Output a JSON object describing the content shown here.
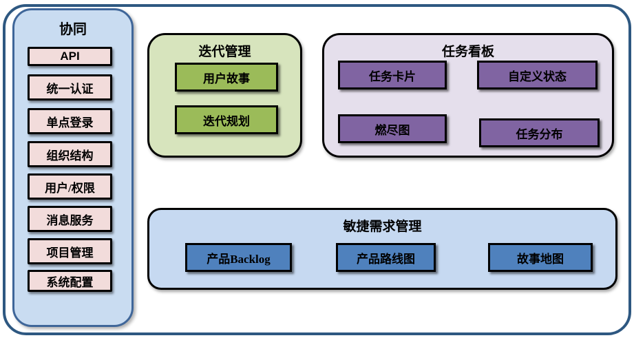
{
  "colors": {
    "frame_border": "#2E5881",
    "sidebar_fill": "#C9DCF1",
    "sidebar_border": "#3F6699",
    "pink_fill": "#F2DCDB",
    "green_container_fill": "#D7E4BD",
    "green_button_fill": "#9BBB59",
    "purple_container_fill": "#E5DFEC",
    "purple_button_fill": "#8064A2",
    "blue_container_fill": "#C6D9F1",
    "blue_button_fill": "#4F81BD",
    "box_border": "#000000"
  },
  "sidebar": {
    "title": "协同",
    "items": [
      {
        "label": "API"
      },
      {
        "label": "统一认证"
      },
      {
        "label": "单点登录"
      },
      {
        "label": "组织结构"
      },
      {
        "label": "用户/权限"
      },
      {
        "label": "消息服务"
      },
      {
        "label": "项目管理"
      },
      {
        "label": "系统配置"
      }
    ]
  },
  "iteration": {
    "title": "迭代管理",
    "items": [
      {
        "label": "用户故事"
      },
      {
        "label": "迭代规划"
      }
    ]
  },
  "kanban": {
    "title": "任务看板",
    "items": [
      {
        "label": "任务卡片"
      },
      {
        "label": "自定义状态"
      },
      {
        "label": "燃尽图"
      },
      {
        "label": "任务分布"
      }
    ]
  },
  "agile": {
    "title": "敏捷需求管理",
    "items": [
      {
        "label": "产品Backlog"
      },
      {
        "label": "产品路线图"
      },
      {
        "label": "故事地图"
      }
    ]
  }
}
